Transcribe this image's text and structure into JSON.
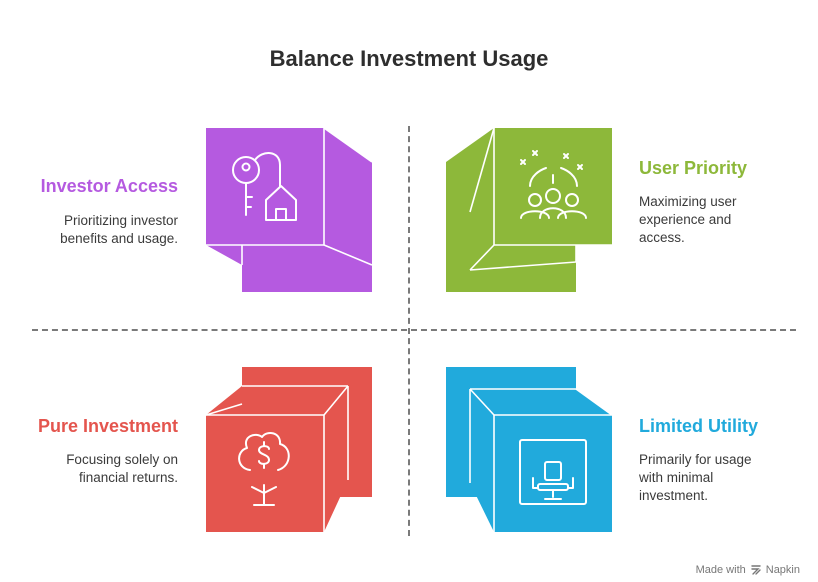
{
  "title": "Balance Investment Usage",
  "colors": {
    "purple": "#b55ae0",
    "green": "#8db83a",
    "red": "#e4554e",
    "blue": "#21aadc",
    "divider": "#7a7a7a",
    "title_text": "#2e2e2e"
  },
  "quadrants": [
    {
      "id": "top-left",
      "title": "Investor Access",
      "description": "Prioritizing investor benefits and usage.",
      "color": "#b55ae0",
      "icon": "key-house-icon"
    },
    {
      "id": "top-right",
      "title": "User Priority",
      "description": "Maximizing user experience and access.",
      "color": "#8db83a",
      "icon": "celebrating-users-icon"
    },
    {
      "id": "bottom-left",
      "title": "Pure Investment",
      "description": "Focusing solely on financial returns.",
      "color": "#e4554e",
      "icon": "money-tree-icon"
    },
    {
      "id": "bottom-right",
      "title": "Limited Utility",
      "description": "Primarily for usage with minimal investment.",
      "color": "#21aadc",
      "icon": "empty-chair-icon"
    }
  ],
  "footer": {
    "prefix": "Made with",
    "brand": "Napkin"
  }
}
